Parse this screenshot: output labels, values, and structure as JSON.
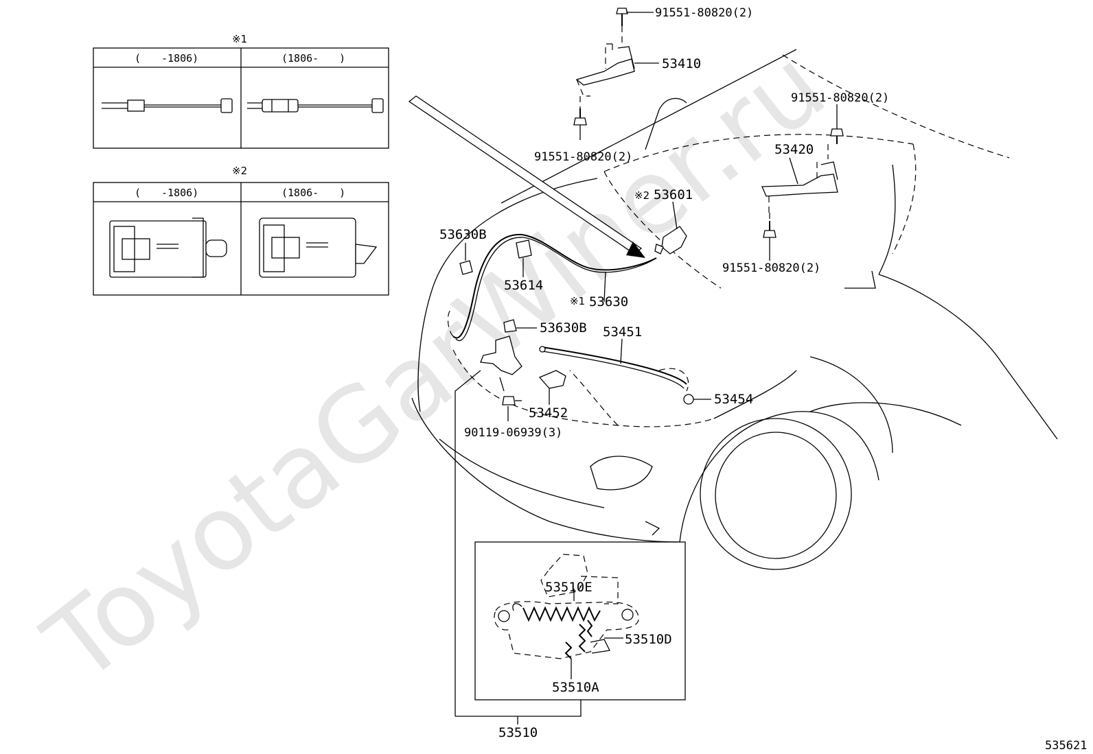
{
  "watermark": "ToyotaGarWiner.ru",
  "diagram_id": "535621",
  "inset1": {
    "marker": "※1",
    "col_left": "(　　-1806)",
    "col_right": "(1806-　　)"
  },
  "inset2": {
    "marker": "※2",
    "col_left": "(　　-1806)",
    "col_right": "(1806-　　)"
  },
  "labels": {
    "bolt_top": "91551-80820(2)",
    "hinge_left": "53410",
    "bolt_left_lower": "91551-80820(2)",
    "bolt_right_upper": "91551-80820(2)",
    "hinge_right": "53420",
    "bolt_right_lower": "91551-80820(2)",
    "lever_marker": "※2",
    "lever": "53601",
    "clamp_upper": "53630B",
    "clip": "53614",
    "cable_marker": "※1",
    "cable": "53630",
    "clamp_lower": "53630B",
    "support_rod": "53451",
    "rod_holder": "53452",
    "cushion": "53454",
    "bolt_lock": "90119-06939(3)",
    "lock_spring_e": "53510E",
    "lock_spring_d": "53510D",
    "lock_spring_a": "53510A",
    "lock_assy": "53510"
  }
}
